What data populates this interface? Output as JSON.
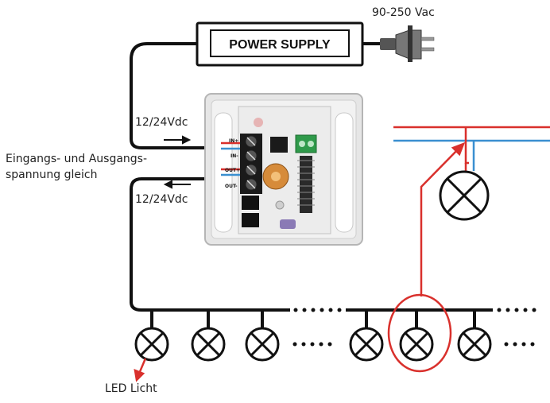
{
  "power_supply": {
    "label": "POWER SUPPLY"
  },
  "mains": {
    "label": "90-250 Vac"
  },
  "input_voltage": {
    "label": "12/24Vdc"
  },
  "output_voltage": {
    "label": "12/24Vdc"
  },
  "note": {
    "line1": "Eingangs- und Ausgangs-",
    "line2": "spannung gleich"
  },
  "led": {
    "label": "LED Licht"
  },
  "terminals": {
    "in_plus": "IN+",
    "in_minus": "IN-",
    "out_plus": "OUT+",
    "out_minus": "OUT-"
  },
  "colors": {
    "wire": "#111111",
    "live": "#d9302c",
    "neutral": "#3a8fd0",
    "highlight": "#d9302c",
    "device": "#e6e6e6"
  }
}
